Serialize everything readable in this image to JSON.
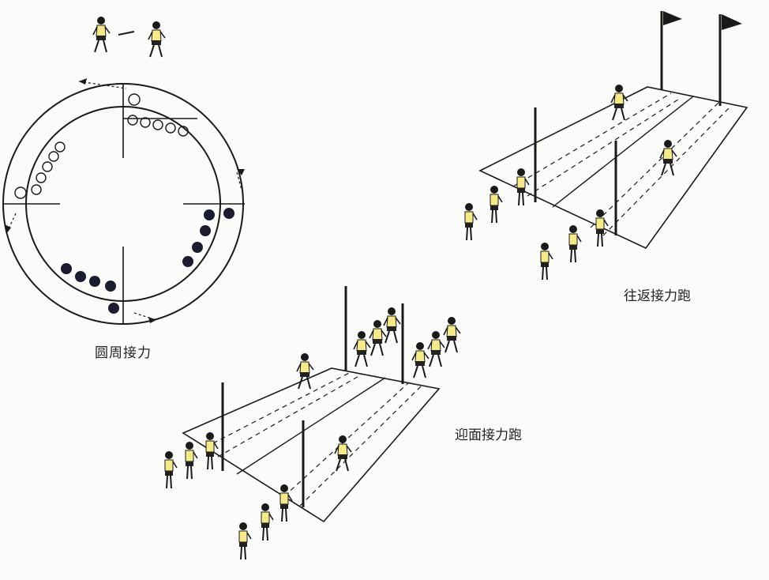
{
  "captions": {
    "circle": "圆周接力",
    "shuttle": "往返接力跑",
    "face_to_face": "迎面接力跑"
  },
  "colors": {
    "background": "#fbfbf9",
    "line": "#1a1a1a",
    "shirt": "#f5e98a",
    "shorts": "#222222",
    "team_filled": "#1c1c2e"
  },
  "icons": [
    "runner-figure",
    "flag-icon",
    "baton-icon",
    "team-marker"
  ]
}
